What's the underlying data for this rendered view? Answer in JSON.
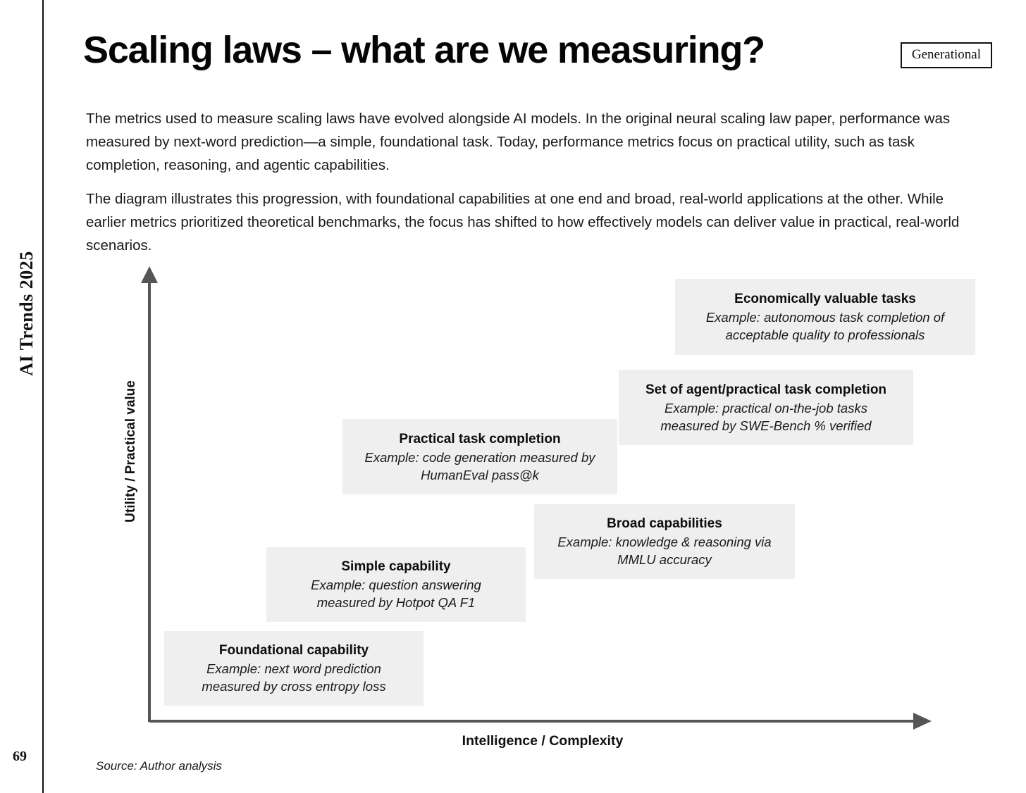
{
  "deck": {
    "rail_label": "AI Trends 2025",
    "page_number": "69"
  },
  "header": {
    "title": "Scaling laws – what are we measuring?",
    "badge": "Generational"
  },
  "body": {
    "paragraph_1": "The metrics used to measure scaling laws have evolved alongside AI models. In the original neural scaling law paper, performance was measured by next-word prediction—a simple, foundational task. Today, performance metrics focus on practical utility, such as task completion, reasoning, and agentic capabilities.",
    "paragraph_2": "The diagram illustrates this progression, with foundational capabilities at one end and broad, real-world applications at the other. While earlier metrics prioritized theoretical benchmarks, the focus has shifted to how effectively models can deliver value in practical, real-world scenarios."
  },
  "chart_data": {
    "type": "scatter",
    "title": "",
    "xlabel": "Intelligence / Complexity",
    "ylabel": "Utility / Practical value",
    "grid": false,
    "legend": "none",
    "axis_style": "arrow",
    "axis_color": "#555555",
    "box_fill": "#efefef",
    "note": "Six labeled stage boxes arranged as an ascending staircase from lower-left to upper-right; position encodes increasing intelligence/complexity (x) and increasing utility/practical value (y).",
    "xlim": [
      0,
      10
    ],
    "ylim": [
      0,
      10
    ],
    "stages": [
      {
        "rank": 1,
        "title": "Foundational capability",
        "example_line_1": "Example: next word prediction",
        "example_line_2": "measured by cross entropy loss",
        "x": 1.0,
        "y": 1.0
      },
      {
        "rank": 2,
        "title": "Simple capability",
        "example_line_1": "Example: question answering",
        "example_line_2": "measured by Hotpot QA F1",
        "x": 2.4,
        "y": 2.2
      },
      {
        "rank": 3,
        "title": "Broad capabilities",
        "example_line_1": "Example: knowledge & reasoning via",
        "example_line_2": "MMLU accuracy",
        "x": 5.0,
        "y": 3.3
      },
      {
        "rank": 4,
        "title": "Practical task completion",
        "example_line_1": "Example: code generation measured by",
        "example_line_2": "HumanEval pass@k",
        "x": 3.5,
        "y": 5.3
      },
      {
        "rank": 5,
        "title": "Set of agent/practical task completion",
        "example_line_1": "Example: practical on-the-job tasks",
        "example_line_2": "measured by SWE-Bench % verified",
        "x": 7.3,
        "y": 6.8
      },
      {
        "rank": 6,
        "title": "Economically valuable tasks",
        "example_line_1": "Example: autonomous task completion of",
        "example_line_2": "acceptable quality to professionals",
        "x": 8.8,
        "y": 8.6
      }
    ]
  },
  "footer": {
    "source": "Source: Author analysis"
  }
}
